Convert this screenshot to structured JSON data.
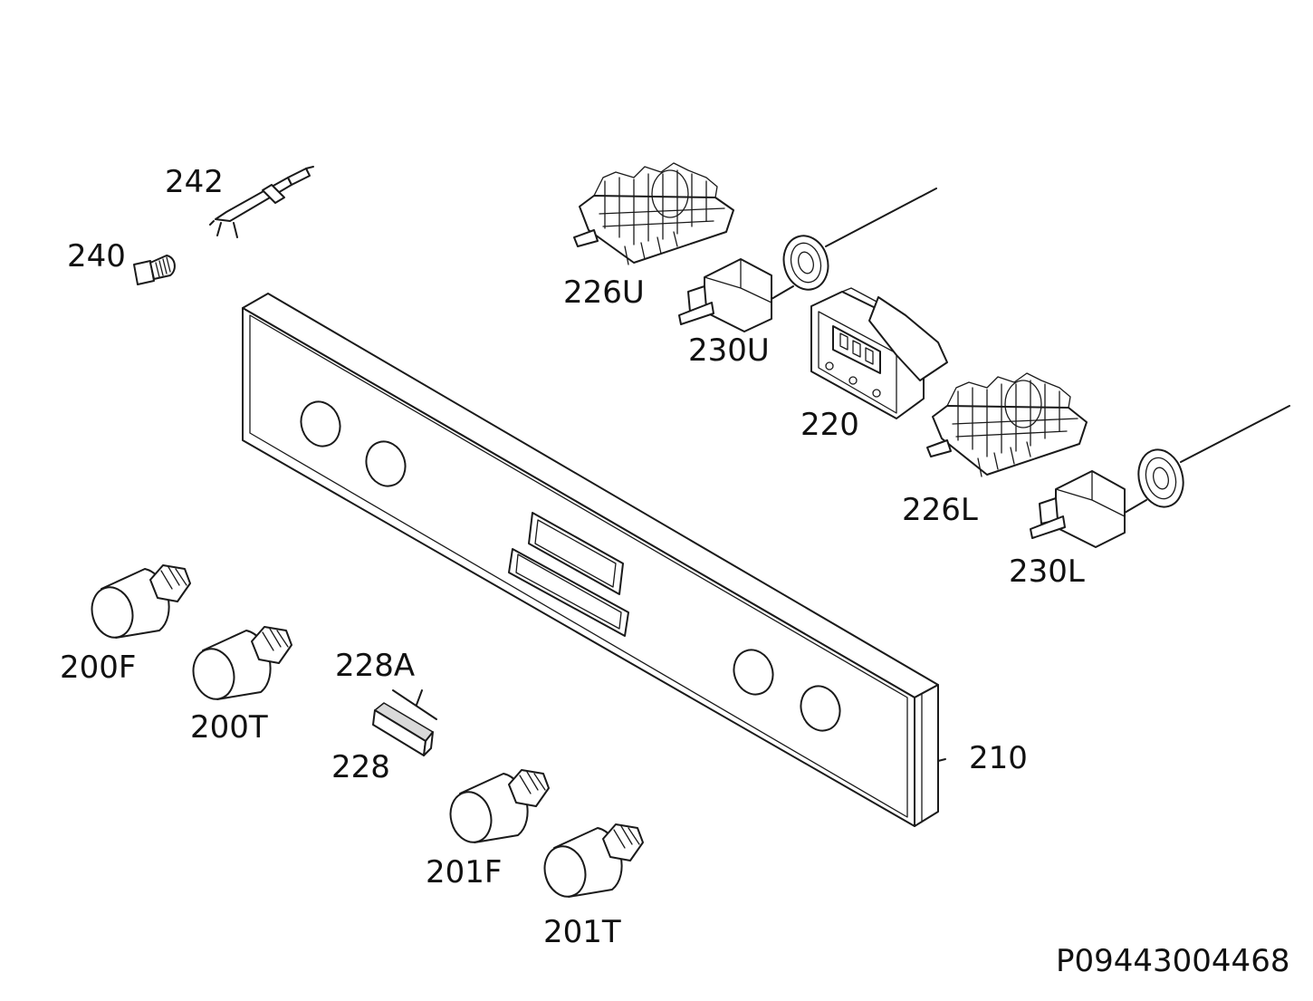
{
  "diagram": {
    "parts": {
      "p242": "242",
      "p240": "240",
      "p226U": "226U",
      "p230U": "230U",
      "p220": "220",
      "p226L": "226L",
      "p230L": "230L",
      "p200F": "200F",
      "p200T": "200T",
      "p228A": "228A",
      "p228": "228",
      "p210": "210",
      "p201F": "201F",
      "p201T": "201T"
    },
    "code": "P09443004468"
  }
}
